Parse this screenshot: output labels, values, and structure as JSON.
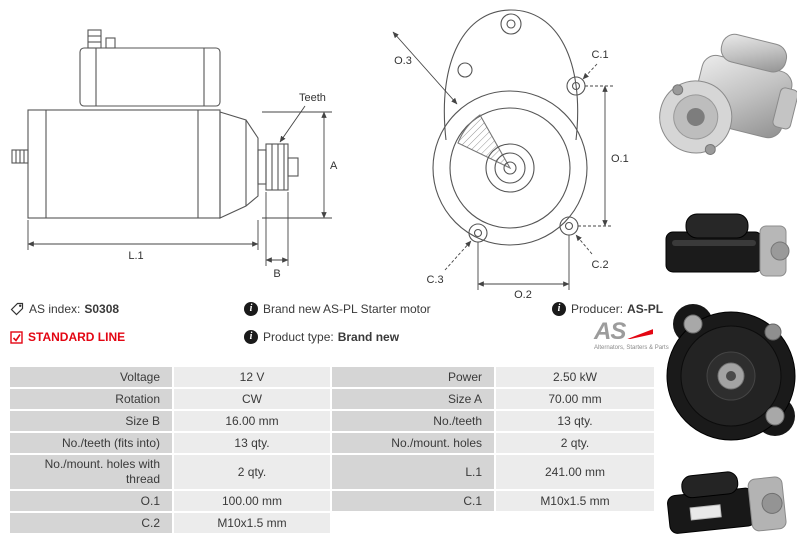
{
  "header_info": {
    "as_index_label": "AS index:",
    "as_index_value": "S0308",
    "standard_line_label": "STANDARD LINE",
    "brand_new_text": "Brand new AS-PL Starter motor",
    "product_type_label": "Product type:",
    "product_type_value": "Brand new",
    "producer_label": "Producer:",
    "producer_value": "AS-PL",
    "logo": {
      "text": "AS",
      "subtext": "Alternators, Starters & Parts"
    }
  },
  "diagram_labels": {
    "teeth": "Teeth",
    "a": "A",
    "b": "B",
    "l1": "L.1",
    "o1": "O.1",
    "o2": "O.2",
    "o3": "O.3",
    "c1": "C.1",
    "c2": "C.2",
    "c3": "C.3"
  },
  "spec_table": {
    "rows": [
      {
        "label_left": "Voltage",
        "value_left": "12 V",
        "label_right": "Power",
        "value_right": "2.50 kW"
      },
      {
        "label_left": "Rotation",
        "value_left": "CW",
        "label_right": "Size A",
        "value_right": "70.00 mm"
      },
      {
        "label_left": "Size B",
        "value_left": "16.00 mm",
        "label_right": "No./teeth",
        "value_right": "13 qty."
      },
      {
        "label_left": "No./teeth (fits into)",
        "value_left": "13 qty.",
        "label_right": "No./mount. holes",
        "value_right": "2 qty."
      },
      {
        "label_left": "No./mount. holes with thread",
        "value_left": "2 qty.",
        "label_right": "L.1",
        "value_right": "241.00 mm"
      },
      {
        "label_left": "O.1",
        "value_left": "100.00 mm",
        "label_right": "C.1",
        "value_right": "M10x1.5 mm"
      },
      {
        "label_left": "C.2",
        "value_left": "M10x1.5 mm",
        "label_right": "",
        "value_right": ""
      }
    ]
  },
  "colors": {
    "accent_red": "#e30613",
    "table_label_bg": "#d5d5d5",
    "table_value_bg": "#ececec",
    "drawing_stroke": "#555555"
  }
}
